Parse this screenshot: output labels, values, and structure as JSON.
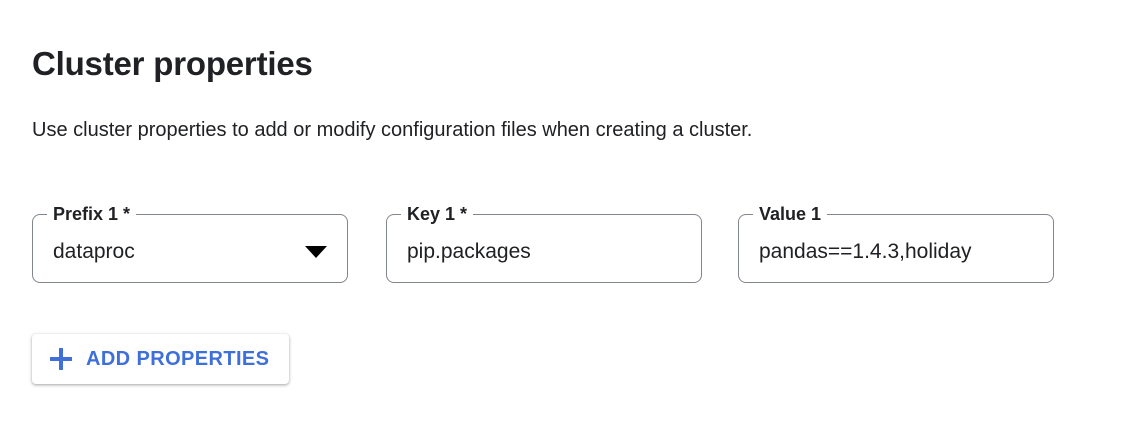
{
  "section": {
    "title": "Cluster properties",
    "description": "Use cluster properties to add or modify configuration files when creating a cluster."
  },
  "fields": [
    {
      "name": "prefix",
      "label": "Prefix 1 *",
      "value": "dataproc",
      "control": "select",
      "icon": "chevron-down-icon"
    },
    {
      "name": "key",
      "label": "Key 1 *",
      "value": "pip.packages",
      "control": "text"
    },
    {
      "name": "value",
      "label": "Value 1",
      "value": "pandas==1.4.3,holiday",
      "control": "text"
    }
  ],
  "add_button": {
    "label": "ADD PROPERTIES",
    "icon": "plus-icon"
  },
  "colors": {
    "accent": "#3f6fd8",
    "text": "#202124",
    "border": "#80868b",
    "background": "#ffffff"
  }
}
